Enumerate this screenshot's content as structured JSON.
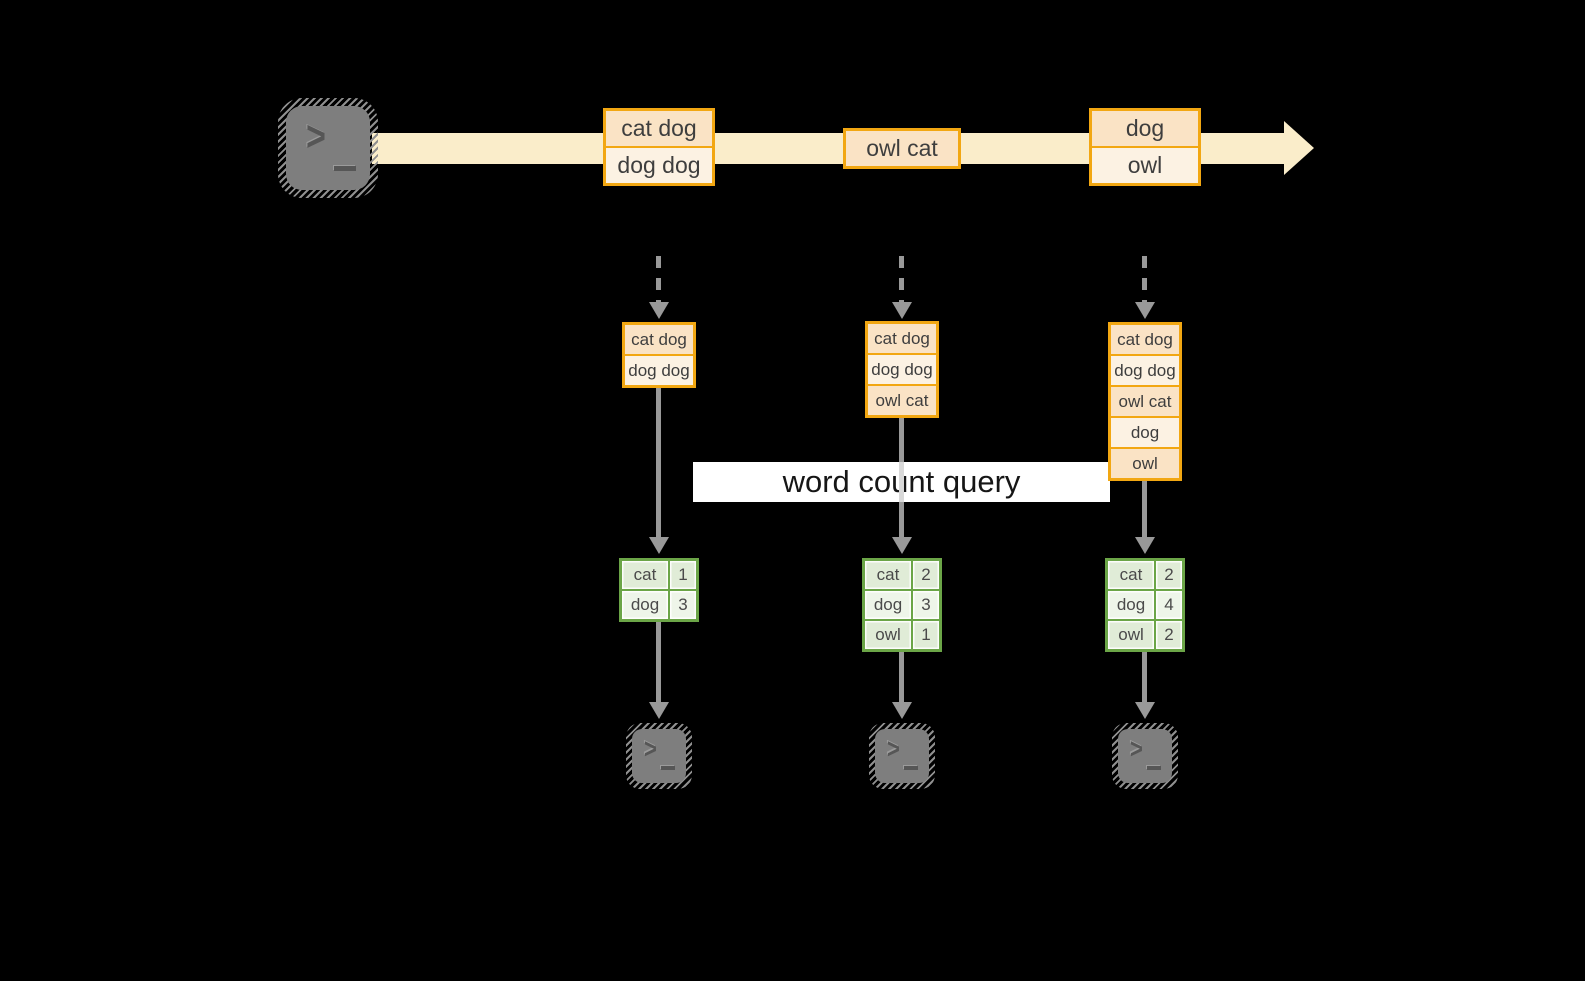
{
  "colors": {
    "band": "#FAEDCA",
    "orange_border": "#F2A712",
    "peach": "#FAE3C5",
    "cream": "#FCF2E3",
    "green_border": "#6BA547",
    "green_dark": "#E0ECD7",
    "green_light": "#EEF5E9",
    "arrow_gray": "#999999",
    "icon_gray": "#7E7E7E"
  },
  "query_label": "word count query",
  "icons": {
    "source": "terminal-icon",
    "outputs": [
      "terminal-icon",
      "terminal-icon",
      "terminal-icon"
    ]
  },
  "timeline": {
    "batches": [
      {
        "lines": [
          "cat dog",
          "dog dog"
        ]
      },
      {
        "lines": [
          "owl cat"
        ]
      },
      {
        "lines": [
          "dog",
          "owl"
        ]
      }
    ]
  },
  "columns": [
    {
      "input_lines": [
        "cat dog",
        "dog dog"
      ],
      "result_rows": [
        [
          "cat",
          "1"
        ],
        [
          "dog",
          "3"
        ]
      ]
    },
    {
      "input_lines": [
        "cat dog",
        "dog dog",
        "owl cat"
      ],
      "result_rows": [
        [
          "cat",
          "2"
        ],
        [
          "dog",
          "3"
        ],
        [
          "owl",
          "1"
        ]
      ]
    },
    {
      "input_lines": [
        "cat dog",
        "dog dog",
        "owl cat",
        "dog",
        "owl"
      ],
      "result_rows": [
        [
          "cat",
          "2"
        ],
        [
          "dog",
          "4"
        ],
        [
          "owl",
          "2"
        ]
      ]
    }
  ]
}
